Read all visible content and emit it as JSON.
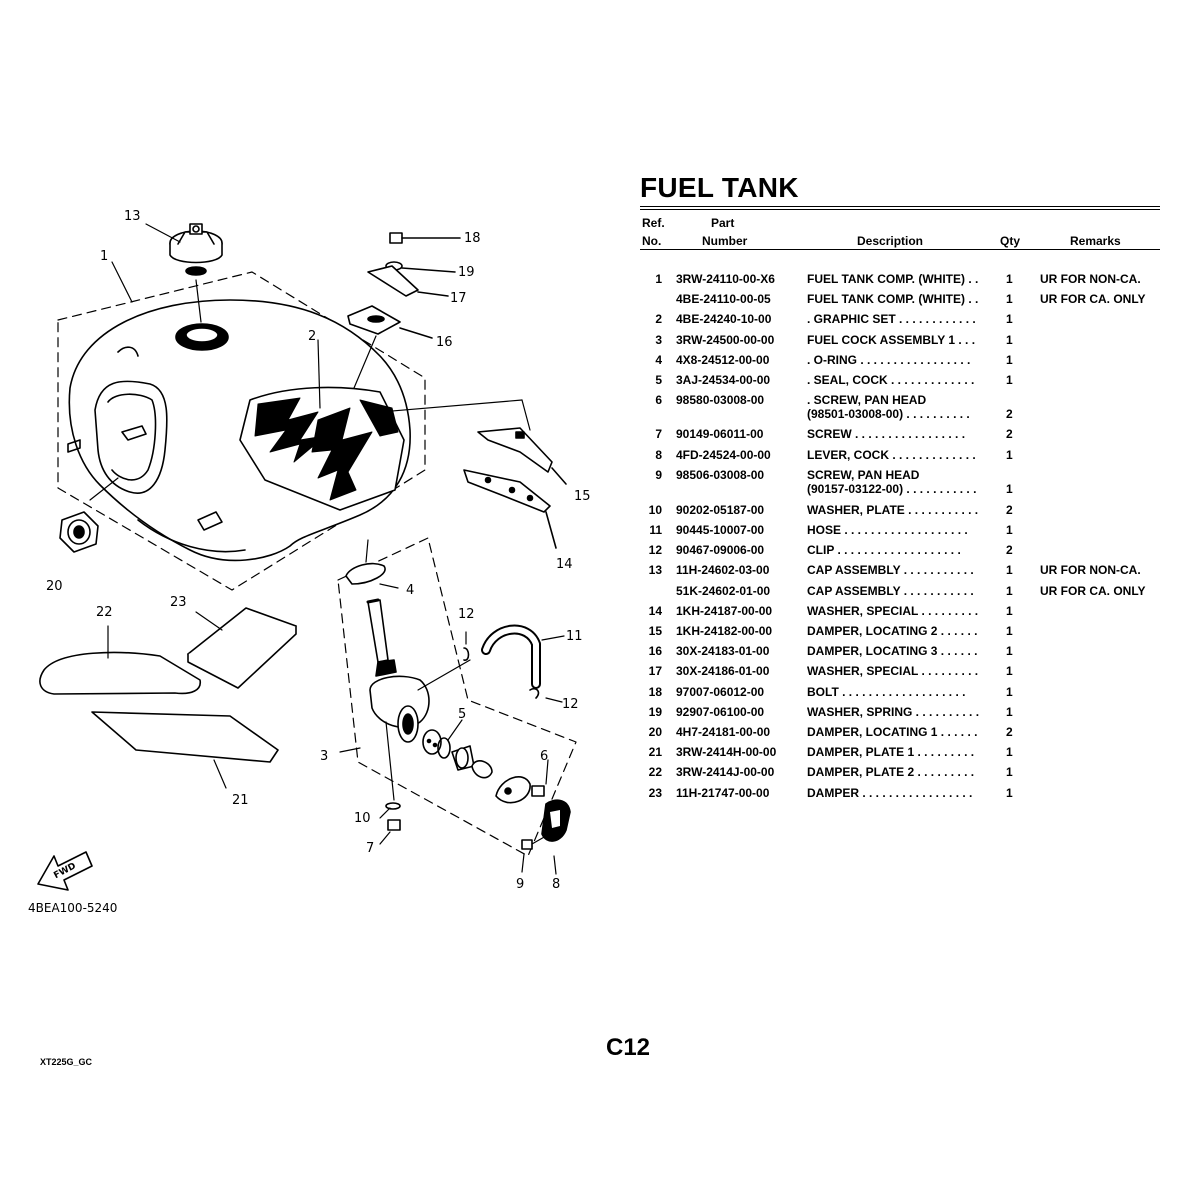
{
  "title": "FUEL TANK",
  "headers": {
    "ref_line1": "Ref.",
    "ref_line2": "No.",
    "part_line1": "Part",
    "part_line2": "Number",
    "description": "Description",
    "qty": "Qty",
    "remarks": "Remarks"
  },
  "parts": [
    {
      "ref": "1",
      "part_number": "3RW-24110-00-X6",
      "description": "FUEL TANK COMP. (WHITE)  . .",
      "qty": "1",
      "remarks": "UR FOR NON-CA."
    },
    {
      "ref": "",
      "part_number": "4BE-24110-00-05",
      "description": "FUEL TANK COMP. (WHITE)  . .",
      "qty": "1",
      "remarks": "UR FOR CA. ONLY"
    },
    {
      "ref": "2",
      "part_number": "4BE-24240-10-00",
      "description": ". GRAPHIC SET  . . . . . . . . . . . .",
      "qty": "1",
      "remarks": ""
    },
    {
      "ref": "3",
      "part_number": "3RW-24500-00-00",
      "description": "FUEL COCK ASSEMBLY 1   . . .",
      "qty": "1",
      "remarks": ""
    },
    {
      "ref": "4",
      "part_number": "4X8-24512-00-00",
      "description": ". O-RING  . . . . . . . . . . . . . . . . .",
      "qty": "1",
      "remarks": ""
    },
    {
      "ref": "5",
      "part_number": "3AJ-24534-00-00",
      "description": ". SEAL, COCK  . . . . . . . . . . . . .",
      "qty": "1",
      "remarks": ""
    },
    {
      "ref": "6",
      "part_number": "98580-03008-00",
      "description": ". SCREW, PAN HEAD",
      "description2": "(98501-03008-00)  . . . . . . . . . .",
      "qty": "2",
      "remarks": ""
    },
    {
      "ref": "7",
      "part_number": "90149-06011-00",
      "description": "SCREW  . . . . . . . . . . . . . . . . .",
      "qty": "2",
      "remarks": ""
    },
    {
      "ref": "8",
      "part_number": "4FD-24524-00-00",
      "description": "LEVER, COCK  . . . . . . . . . . . . .",
      "qty": "1",
      "remarks": ""
    },
    {
      "ref": "9",
      "part_number": "98506-03008-00",
      "description": "SCREW, PAN HEAD",
      "description2": "(90157-03122-00)  . . . . . . . . . . .",
      "qty": "1",
      "remarks": ""
    },
    {
      "ref": "10",
      "part_number": "90202-05187-00",
      "description": "WASHER, PLATE  . . . . . . . . . . .",
      "qty": "2",
      "remarks": ""
    },
    {
      "ref": "11",
      "part_number": "90445-10007-00",
      "description": "HOSE  . . . . . . . . . . . . . . . . . . .",
      "qty": "1",
      "remarks": ""
    },
    {
      "ref": "12",
      "part_number": "90467-09006-00",
      "description": "CLIP  . . . . . . . . . . . . . . . . . . .",
      "qty": "2",
      "remarks": ""
    },
    {
      "ref": "13",
      "part_number": "11H-24602-03-00",
      "description": "CAP ASSEMBLY  . . . . . . . . . . .",
      "qty": "1",
      "remarks": "UR FOR NON-CA."
    },
    {
      "ref": "",
      "part_number": "51K-24602-01-00",
      "description": "CAP ASSEMBLY  . . . . . . . . . . .",
      "qty": "1",
      "remarks": "UR FOR CA. ONLY"
    },
    {
      "ref": "14",
      "part_number": "1KH-24187-00-00",
      "description": "WASHER, SPECIAL  . . . . . . . . .",
      "qty": "1",
      "remarks": ""
    },
    {
      "ref": "15",
      "part_number": "1KH-24182-00-00",
      "description": "DAMPER, LOCATING 2  . . . . . .",
      "qty": "1",
      "remarks": ""
    },
    {
      "ref": "16",
      "part_number": "30X-24183-01-00",
      "description": "DAMPER, LOCATING 3  . . . . . .",
      "qty": "1",
      "remarks": ""
    },
    {
      "ref": "17",
      "part_number": "30X-24186-01-00",
      "description": "WASHER, SPECIAL  . . . . . . . . .",
      "qty": "1",
      "remarks": ""
    },
    {
      "ref": "18",
      "part_number": "97007-06012-00",
      "description": "BOLT  . . . . . . . . . . . . . . . . . . .",
      "qty": "1",
      "remarks": ""
    },
    {
      "ref": "19",
      "part_number": "92907-06100-00",
      "description": "WASHER, SPRING  . . . . . . . . . .",
      "qty": "1",
      "remarks": ""
    },
    {
      "ref": "20",
      "part_number": "4H7-24181-00-00",
      "description": "DAMPER, LOCATING 1  . . . . . .",
      "qty": "2",
      "remarks": ""
    },
    {
      "ref": "21",
      "part_number": "3RW-2414H-00-00",
      "description": "DAMPER, PLATE 1  . . . . . . . . .",
      "qty": "1",
      "remarks": ""
    },
    {
      "ref": "22",
      "part_number": "3RW-2414J-00-00",
      "description": "DAMPER, PLATE 2  . . . . . . . . .",
      "qty": "1",
      "remarks": ""
    },
    {
      "ref": "23",
      "part_number": "11H-21747-00-00",
      "description": "DAMPER  . . . . . . . . . . . . . . . . .",
      "qty": "1",
      "remarks": ""
    }
  ],
  "diagram": {
    "callouts": [
      "1",
      "2",
      "3",
      "4",
      "5",
      "6",
      "7",
      "8",
      "9",
      "10",
      "11",
      "12",
      "12",
      "13",
      "14",
      "15",
      "16",
      "17",
      "18",
      "19",
      "20",
      "21",
      "22",
      "23"
    ],
    "arrow_label": "FWD",
    "drawing_code": "4BEA100-5240"
  },
  "page_label": "C12",
  "footer_code": "XT225G_GC"
}
